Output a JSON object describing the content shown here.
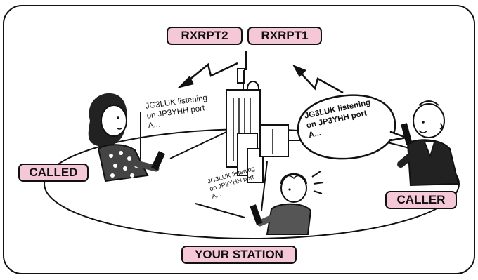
{
  "labels": {
    "rxrpt2": "RXRPT2",
    "rxrpt1": "RXRPT1",
    "called": "CALLED",
    "caller": "CALLER",
    "your_station": "YOUR STATION"
  },
  "speech": {
    "called_line1": "JG3LUK listening",
    "called_line2": "on JP3YHH port",
    "called_line3": "A...",
    "caller_line1": "JG3LUK listening",
    "caller_line2": "on JP3YHH port",
    "caller_line3": "A...",
    "your_line1": "JG3LUK listening",
    "your_line2": "on JP3YHH port",
    "your_line3": "A..."
  },
  "colors": {
    "label_fill": "#f5c8d8",
    "outline": "#111111",
    "shirt_dark": "#555555"
  }
}
